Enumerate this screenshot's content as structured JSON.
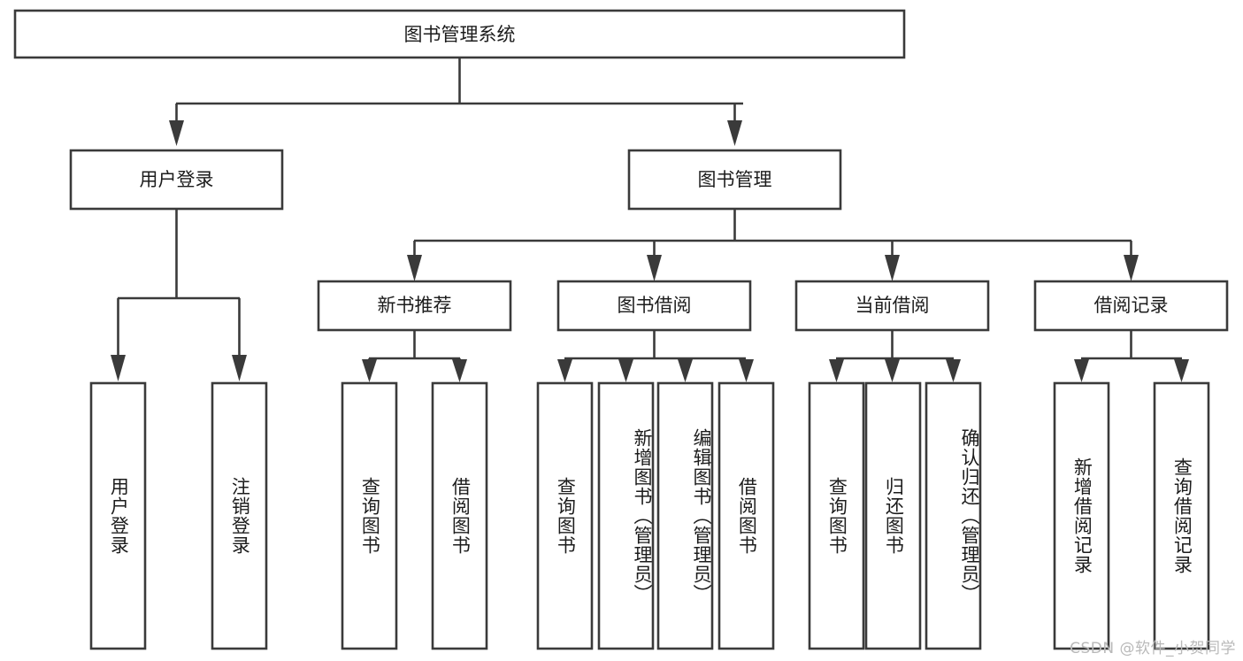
{
  "diagram": {
    "title": "图书管理系统",
    "type": "tree-hierarchy",
    "orientation": "top-down",
    "colors": {
      "box_stroke": "#3a3a3a",
      "box_fill": "#ffffff",
      "connector": "#3a3a3a",
      "text": "#1c1c1c",
      "background": "#ffffff",
      "watermark": "#b9b9b9"
    }
  },
  "root": {
    "label": "图书管理系统"
  },
  "level1": [
    {
      "label": "用户登录"
    },
    {
      "label": "图书管理"
    }
  ],
  "level2": [
    {
      "label": "新书推荐"
    },
    {
      "label": "图书借阅"
    },
    {
      "label": "当前借阅"
    },
    {
      "label": "借阅记录"
    }
  ],
  "leaves": {
    "user_login": [
      {
        "label": "用户登录"
      },
      {
        "label": "注销登录"
      }
    ],
    "new_book_recommend": [
      {
        "label": "查询图书"
      },
      {
        "label": "借阅图书"
      }
    ],
    "book_borrow": [
      {
        "label": "查询图书"
      },
      {
        "label": "新增图书（管理员）"
      },
      {
        "label": "编辑图书（管理员）"
      },
      {
        "label": "借阅图书"
      }
    ],
    "current_borrow": [
      {
        "label": "查询图书"
      },
      {
        "label": "归还图书"
      },
      {
        "label": "确认归还（管理员）"
      }
    ],
    "borrow_record": [
      {
        "label": "新增借阅记录"
      },
      {
        "label": "查询借阅记录"
      }
    ]
  },
  "watermark": {
    "text": "CSDN @软件_小贺同学"
  }
}
